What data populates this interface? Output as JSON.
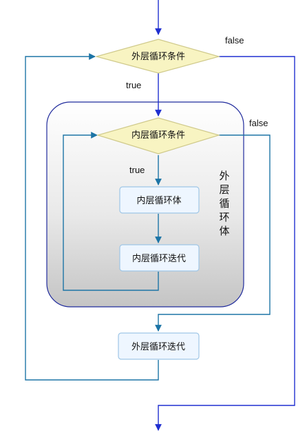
{
  "nodes": {
    "outer_condition": "外层循环条件",
    "inner_condition": "内层循环条件",
    "inner_body": "内层循环体",
    "inner_iteration": "内层循环迭代",
    "outer_iteration": "外层循环迭代"
  },
  "labels": {
    "outer_true": "true",
    "outer_false": "false",
    "inner_true": "true",
    "inner_false": "false",
    "outer_body": [
      "外",
      "层",
      "循",
      "环",
      "体"
    ]
  },
  "colors": {
    "edge_dark": "#1f2fd0",
    "edge_teal": "#1c74a6",
    "decision_fill": "#f8f4c2",
    "decision_stroke": "#cfc98a",
    "process_fill": "#eef6ff",
    "process_stroke": "#9fc6e6",
    "container_stroke": "#1f2a9c"
  }
}
